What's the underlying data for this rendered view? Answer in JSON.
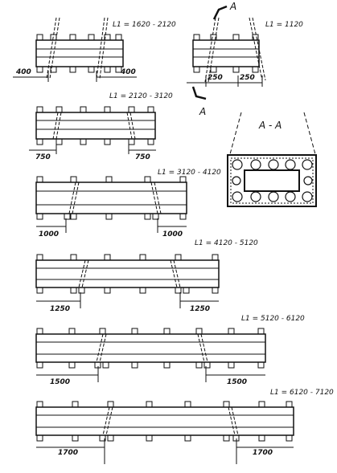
{
  "beams": [
    {
      "range": "L1 = 1620 - 2120",
      "dim_left": "400",
      "dim_right": "400"
    },
    {
      "range": "L1 = 1120",
      "dim_left": "250",
      "dim_right": "250"
    },
    {
      "range": "L1 = 2120 - 3120",
      "dim_left": "750",
      "dim_right": "750"
    },
    {
      "range": "L1 = 3120 - 4120",
      "dim_left": "1000",
      "dim_right": "1000"
    },
    {
      "range": "L1 = 4120 - 5120",
      "dim_left": "1250",
      "dim_right": "1250"
    },
    {
      "range": "L1 = 5120 - 6120",
      "dim_left": "1500",
      "dim_right": "1500"
    },
    {
      "range": "L1 = 6120 - 7120",
      "dim_left": "1700",
      "dim_right": "1700"
    }
  ],
  "section": {
    "title": "A - A",
    "mark_top": "A",
    "mark_bottom": "A"
  }
}
